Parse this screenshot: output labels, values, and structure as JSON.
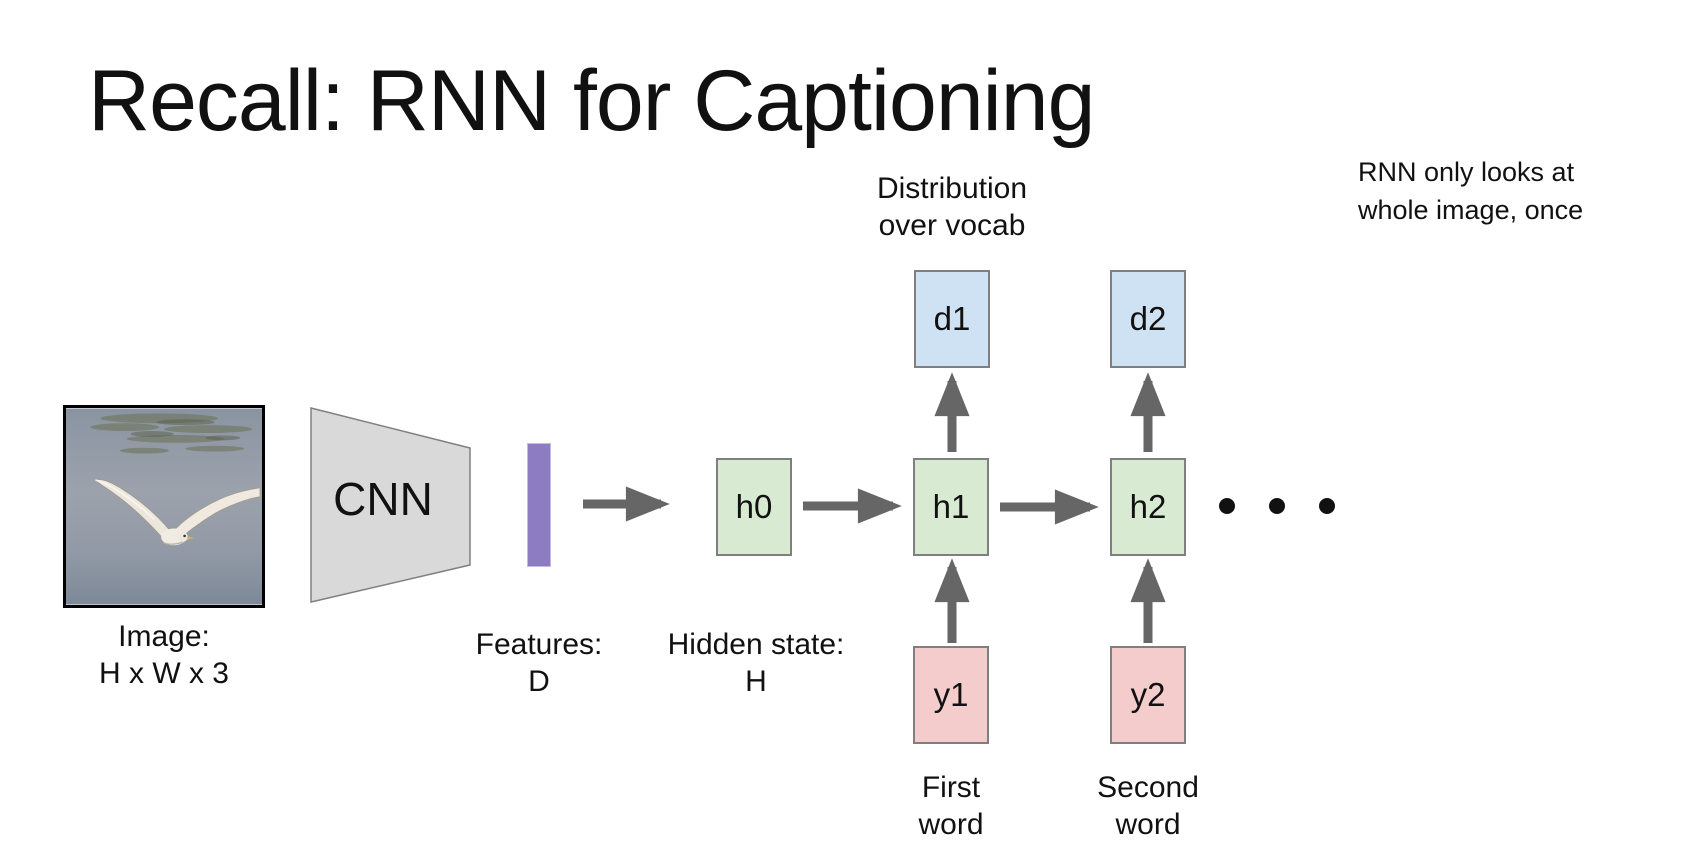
{
  "title": "Recall: RNN for Captioning",
  "note": [
    "RNN only looks at",
    "whole image, once"
  ],
  "labels": {
    "image": [
      "Image:",
      "H x W x 3"
    ],
    "cnn": "CNN",
    "features": [
      "Features:",
      "D"
    ],
    "hidden_state": [
      "Hidden state:",
      "H"
    ],
    "distribution": [
      "Distribution",
      "over vocab"
    ],
    "first_word": [
      "First",
      "word"
    ],
    "second_word": [
      "Second",
      "word"
    ]
  },
  "nodes": {
    "h0": "h0",
    "h1": "h1",
    "h2": "h2",
    "d1": "d1",
    "d2": "d2",
    "y1": "y1",
    "y2": "y2"
  },
  "colors": {
    "hidden_box": "#d9ead3",
    "distribution_box": "#cfe2f3",
    "word_box": "#f4cccc",
    "features_bar": "#8e7cc3",
    "cnn_shape": "#d9d9d9",
    "cnn_shape_border": "#808080",
    "arrow": "#666666",
    "box_border": "#7f7f7f",
    "dots": "#111111",
    "text": "#111111"
  }
}
